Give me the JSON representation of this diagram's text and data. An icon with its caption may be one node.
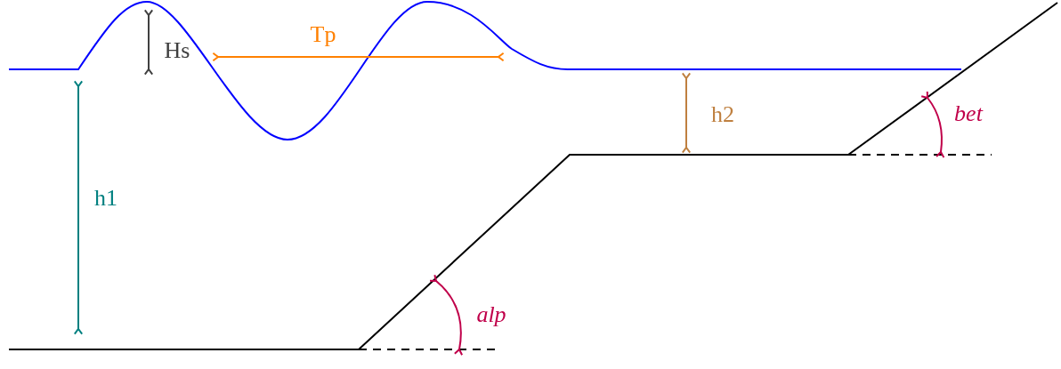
{
  "diagram": {
    "labels": [
      "Hs",
      "Tp",
      "h2",
      "bet",
      "h1",
      "alp"
    ]
  }
}
